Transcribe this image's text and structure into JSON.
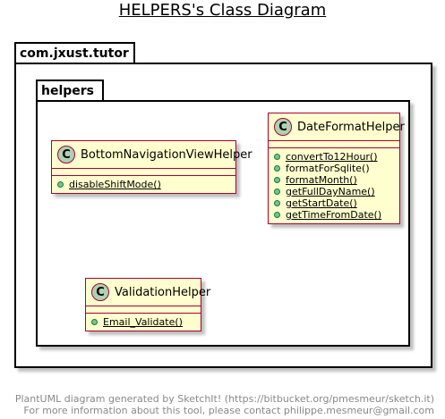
{
  "title": "HELPERS's Class Diagram",
  "packages": {
    "outer": {
      "name": "com.jxust.tutor"
    },
    "inner": {
      "name": "helpers"
    }
  },
  "classes": [
    {
      "id": "bottom-nav",
      "stereotype": "C",
      "name": "BottomNavigationViewHelper",
      "methods": [
        {
          "name": "disableShiftMode()",
          "static": true
        }
      ]
    },
    {
      "id": "date-format",
      "stereotype": "C",
      "name": "DateFormatHelper",
      "methods": [
        {
          "name": "convertTo12Hour()",
          "static": true
        },
        {
          "name": "formatForSqlite()",
          "static": false
        },
        {
          "name": "formatMonth()",
          "static": true
        },
        {
          "name": "getFullDayName()",
          "static": true
        },
        {
          "name": "getStartDate()",
          "static": true
        },
        {
          "name": "getTimeFromDate()",
          "static": true
        }
      ]
    },
    {
      "id": "validation",
      "stereotype": "C",
      "name": "ValidationHelper",
      "methods": [
        {
          "name": "Email_Validate()",
          "static": true
        }
      ]
    }
  ],
  "colors": {
    "class_fill": "#FEFECE",
    "class_border": "#A80036",
    "class_icon": "#ADD1B2",
    "public_dot": "#84BE84"
  },
  "footer": {
    "line1": "PlantUML diagram generated by SketchIt! (https://bitbucket.org/pmesmeur/sketch.it)",
    "line2": "For more information about this tool, please contact philippe.mesmeur@gmail.com"
  }
}
